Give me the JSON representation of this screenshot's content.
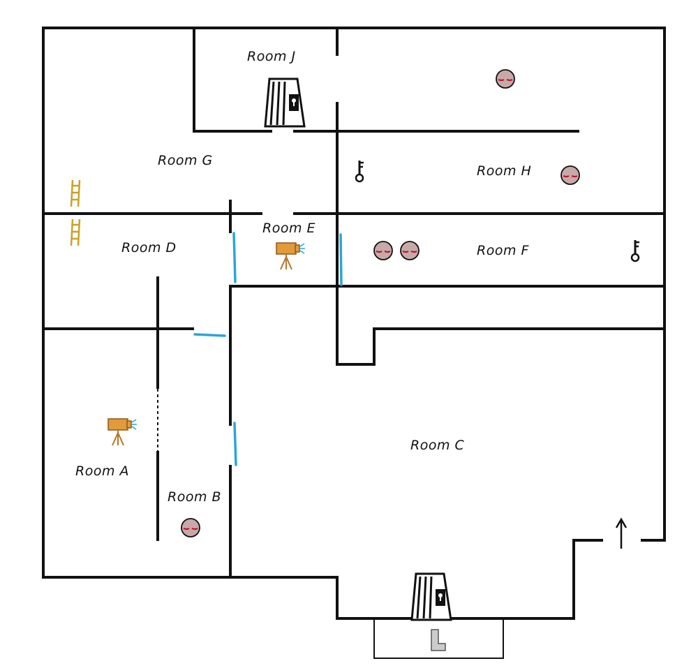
{
  "rooms": {
    "a": "Room A",
    "b": "Room B",
    "c": "Room C",
    "d": "Room D",
    "e": "Room E",
    "f": "Room F",
    "g": "Room G",
    "h": "Room H",
    "j": "Room J"
  },
  "exit_marker": "L",
  "colors": {
    "wall": "#111111",
    "blue_door": "#2aa6d6",
    "ladder": "#c9a227",
    "camera_body": "#e39a3a",
    "enemy_fill": "#c7aaa8",
    "enemy_eyes": "#c0102a",
    "exit_block": "#cccccc"
  },
  "icons": {
    "enemy": "enemy-guard-icon",
    "camera": "security-camera-icon",
    "key": "key-icon",
    "locked_door": "locked-gate-icon",
    "ladder": "ladder-icon",
    "arrow": "arrow-up-icon"
  }
}
